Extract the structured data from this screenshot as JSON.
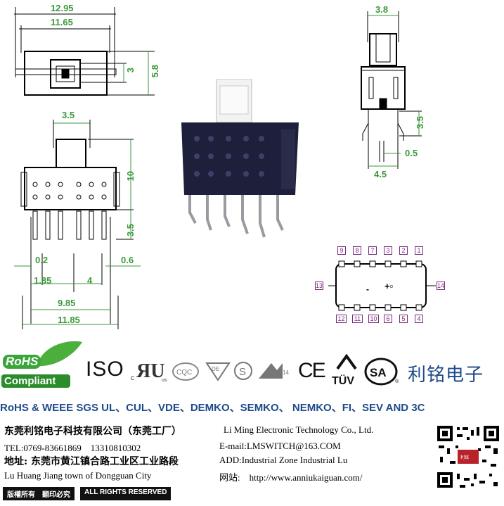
{
  "dimensions": {
    "top_view": {
      "width_overall": "12.95",
      "width_body": "11.65",
      "height_inner": "3",
      "height_body": "5.8"
    },
    "side_view": {
      "width": "3.8",
      "pin_length": "3.5",
      "pin_thickness": "0.5",
      "pin_span": "4.5"
    },
    "front_view": {
      "actuator_width": "3.5",
      "body_height": "10",
      "pin_length": "3.5",
      "left_gap": "0.2",
      "right_gap": "0.6",
      "first_pitch": "1.85",
      "pitch": "4",
      "pin_span": "9.85",
      "overall": "11.85"
    }
  },
  "pinout": {
    "top_row": [
      "9",
      "8",
      "7",
      "3",
      "2",
      "1"
    ],
    "bottom_row": [
      "12",
      "11",
      "10",
      "6",
      "5",
      "4"
    ],
    "left": "13",
    "right": "14"
  },
  "certifications": {
    "rohs_top": "RoHS",
    "rohs_bottom": "Compliant",
    "iso": "ISO",
    "ce": "CE",
    "tuv": "TÜV",
    "cqc": "CQC",
    "brand_cn": "利铭电子",
    "standards_line": "RoHS & WEEE SGS UL、CUL、VDE、DEMKO、SEMKO、 NEMKO、FI、SEV AND 3C"
  },
  "company": {
    "name_cn": "东莞利铭电子科技有限公司（东莞工厂）",
    "name_en": "Li Ming Electronic Technology Co., Ltd.",
    "tel": "TEL:0769-83661869　13310810302",
    "email": "E-mail:LMSWITCH@163.COM",
    "address_cn": "地址: 东莞市黄江镇合路工业区工业路段",
    "address_en": "ADD:Industrial  Zone  Industrial  Lu",
    "address_en2": "Lu Huang Jiang town of Dongguan City",
    "website": "网站:　http://www.anniukaiguan.com/",
    "copyright_cn": "版權所有　翻印必究",
    "copyright_en": "ALL RIGHTS RESERVED"
  }
}
